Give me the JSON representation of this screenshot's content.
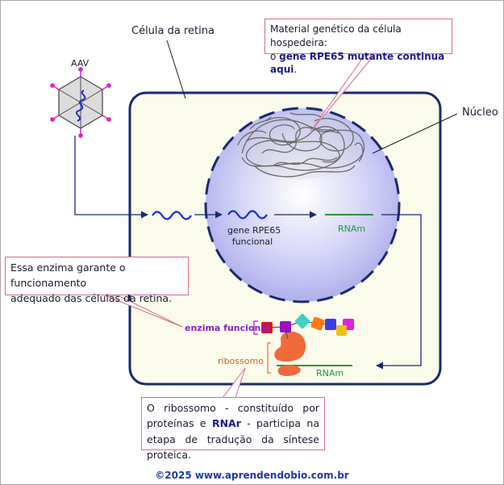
{
  "labels": {
    "cell": "Célula da retina",
    "aav": "AAV",
    "nucleus": "Núcleo",
    "gene": "gene RPE65",
    "gene_sub": "funcional",
    "mrna_nucleus": "RNAm",
    "mrna_ribosome": "RNAm",
    "enzyme": "enzima funcional",
    "ribosome": "ribossomo"
  },
  "callouts": {
    "host_material": {
      "line1": "Material genético da célula hospedeira:",
      "prefix": "o ",
      "bold": "gene RPE65 mutante continua aqui",
      "suffix": "."
    },
    "enzyme_note": {
      "line1": "Essa enzima garante o funcionamento",
      "line2": "adequado das células da retina."
    },
    "ribosome_note": {
      "part1": "O ribossomo - constituído por proteínas e ",
      "bold": "RNAr",
      "part2": " - participa na etapa de tradução da síntese proteica."
    }
  },
  "footer": "©2025 www.aprendendobio.com.br",
  "colors": {
    "cell_border": "#1a2a6e",
    "cell_fill": "#fbfbec",
    "nucleus_fill": "#b8b8f0",
    "dna_blue": "#1a2ad0",
    "mrna_green": "#1a9a3a",
    "magenta": "#e020c8",
    "ribosome": "#f06a3a",
    "callout_border": "#d96b8a"
  },
  "protein_beads": [
    "#e01020",
    "#9a10c0",
    "#40d0c0",
    "#ff7a10",
    "#3a40e0",
    "#e020e0",
    "#f0c010",
    "#e020e0"
  ]
}
